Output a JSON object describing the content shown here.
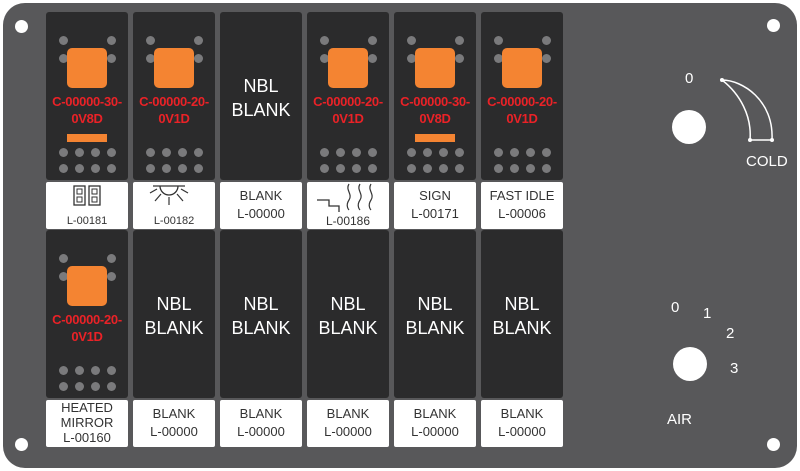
{
  "switches_top": [
    {
      "code": "C-00000-30-\n0V8D",
      "label_text": "",
      "label_code": "L-00181",
      "icon": "door-icon"
    },
    {
      "code": "C-00000-20-\n0V1D",
      "label_text": "",
      "label_code": "L-00182",
      "icon": "light-icon"
    },
    {
      "nbl": "NBL\nBLANK",
      "label_text": "BLANK",
      "label_code": "L-00000"
    },
    {
      "code": "C-00000-20-\n0V1D",
      "label_text": "",
      "label_code": "L-00186",
      "icon": "step-heat-icon"
    },
    {
      "code": "C-00000-30-\n0V8D",
      "label_text": "SIGN",
      "label_code": "L-00171"
    },
    {
      "code": "C-00000-20-\n0V1D",
      "label_text": "FAST IDLE",
      "label_code": "L-00006"
    }
  ],
  "switches_bottom": [
    {
      "code": "C-00000-20-\n0V1D",
      "label_text": "HEATED\nMIRROR",
      "label_code": "L-00160"
    },
    {
      "nbl": "NBL\nBLANK",
      "label_text": "BLANK",
      "label_code": "L-00000"
    },
    {
      "nbl": "NBL\nBLANK",
      "label_text": "BLANK",
      "label_code": "L-00000"
    },
    {
      "nbl": "NBL\nBLANK",
      "label_text": "BLANK",
      "label_code": "L-00000"
    },
    {
      "nbl": "NBL\nBLANK",
      "label_text": "BLANK",
      "label_code": "L-00000"
    },
    {
      "nbl": "NBL\nBLANK",
      "label_text": "BLANK",
      "label_code": "L-00000"
    }
  ],
  "temp_control": {
    "zero": "0",
    "label": "COLD"
  },
  "air_control": {
    "levels": [
      "0",
      "1",
      "2",
      "3"
    ],
    "label": "AIR"
  },
  "colors": {
    "panel": "#58585a",
    "switch": "#2b2b2c",
    "led": "#f48432",
    "code_text": "#ea2227"
  }
}
